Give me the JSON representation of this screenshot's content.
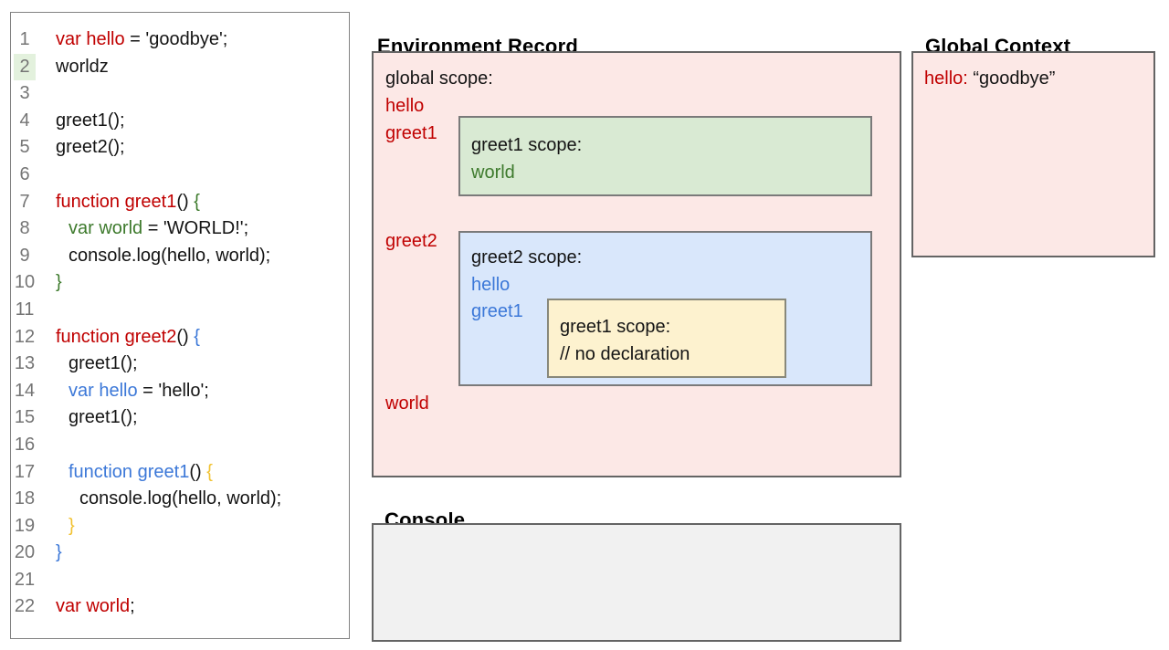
{
  "editor": {
    "lines": [
      {
        "n": "1",
        "segments": [
          {
            "t": "var hello",
            "c": "r"
          },
          {
            "t": " = 'goodbye';",
            "c": "k"
          }
        ]
      },
      {
        "n": "2",
        "highlight": true,
        "segments": [
          {
            "t": "worldz",
            "c": "k"
          }
        ]
      },
      {
        "n": "3",
        "segments": []
      },
      {
        "n": "4",
        "segments": [
          {
            "t": "greet1();",
            "c": "k"
          }
        ]
      },
      {
        "n": "5",
        "segments": [
          {
            "t": "greet2();",
            "c": "k"
          }
        ]
      },
      {
        "n": "6",
        "segments": []
      },
      {
        "n": "7",
        "segments": [
          {
            "t": "function greet1",
            "c": "r"
          },
          {
            "t": "() ",
            "c": "k"
          },
          {
            "t": "{",
            "c": "g"
          }
        ]
      },
      {
        "n": "8",
        "indent": 1,
        "segments": [
          {
            "t": "var world",
            "c": "g"
          },
          {
            "t": " = 'WORLD!';",
            "c": "k"
          }
        ]
      },
      {
        "n": "9",
        "indent": 1,
        "segments": [
          {
            "t": "console.log(hello, world);",
            "c": "k"
          }
        ]
      },
      {
        "n": "10",
        "segments": [
          {
            "t": "}",
            "c": "g"
          }
        ]
      },
      {
        "n": "11",
        "segments": []
      },
      {
        "n": "12",
        "segments": [
          {
            "t": "function greet2",
            "c": "r"
          },
          {
            "t": "() ",
            "c": "k"
          },
          {
            "t": "{",
            "c": "b"
          }
        ]
      },
      {
        "n": "13",
        "indent": 1,
        "segments": [
          {
            "t": "greet1();",
            "c": "k"
          }
        ]
      },
      {
        "n": "14",
        "indent": 1,
        "segments": [
          {
            "t": "var hello",
            "c": "b"
          },
          {
            "t": " = 'hello';",
            "c": "k"
          }
        ]
      },
      {
        "n": "15",
        "indent": 1,
        "segments": [
          {
            "t": "greet1();",
            "c": "k"
          }
        ]
      },
      {
        "n": "16",
        "segments": []
      },
      {
        "n": "17",
        "indent": 1,
        "segments": [
          {
            "t": "function greet1",
            "c": "b"
          },
          {
            "t": "() ",
            "c": "k"
          },
          {
            "t": "{",
            "c": "y"
          }
        ]
      },
      {
        "n": "18",
        "indent": 2,
        "segments": [
          {
            "t": "console.log(hello, world);",
            "c": "k"
          }
        ]
      },
      {
        "n": "19",
        "indent": 1,
        "segments": [
          {
            "t": "}",
            "c": "y"
          }
        ]
      },
      {
        "n": "20",
        "segments": [
          {
            "t": "}",
            "c": "b"
          }
        ]
      },
      {
        "n": "21",
        "segments": []
      },
      {
        "n": "22",
        "segments": [
          {
            "t": "var world",
            "c": "r"
          },
          {
            "t": ";",
            "c": "k"
          }
        ]
      }
    ]
  },
  "environment_record": {
    "title": "Environment Record",
    "global_scope_label": "global scope:",
    "var_hello": "hello",
    "var_greet1": "greet1",
    "var_greet2": "greet2",
    "var_world": "world",
    "greet1_scope": {
      "label": "greet1 scope:",
      "var_world": "world"
    },
    "greet2_scope": {
      "label": "greet2 scope:",
      "var_hello": "hello",
      "var_greet1": "greet1",
      "greet1_scope": {
        "label": "greet1 scope:",
        "comment": "// no declaration"
      }
    }
  },
  "global_context": {
    "title": "Global Context",
    "entry_name": "hello:",
    "entry_value": "“goodbye”"
  },
  "console": {
    "title": "Console",
    "content": ""
  },
  "colors": {
    "code_red": "#c00000",
    "code_green": "#3d7a2c",
    "code_blue": "#3c78d8",
    "code_yellow": "#f1c232",
    "code_black": "#141414",
    "line_number_gray": "#757575",
    "line_highlight_green": "#e3f1dd",
    "scope_pink_bg": "#fce8e6",
    "greet1_scope_green_bg": "#d9ead3",
    "greet2_scope_blue_bg": "#d9e7fb",
    "inner_scope_yellow_bg": "#fdf2cf",
    "console_gray_bg": "#f1f1f1",
    "box_border_gray": "#646464"
  }
}
